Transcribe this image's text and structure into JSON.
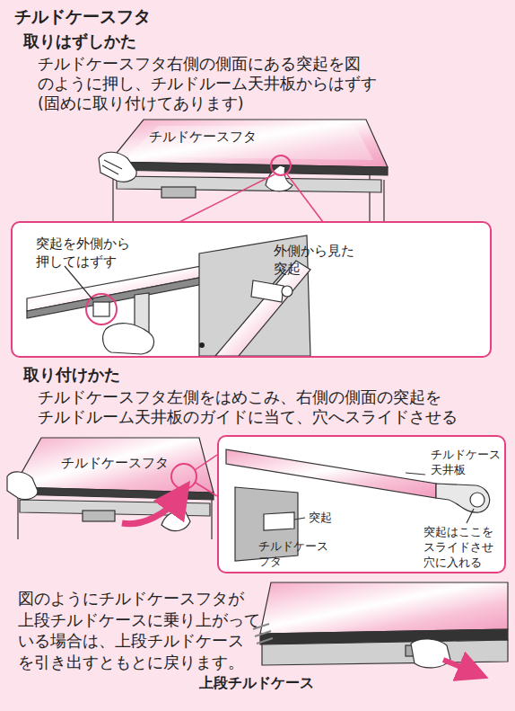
{
  "diagram": {
    "title": "チルドケースフタ",
    "nodes": [
      {
        "text": [
          "突起を外側から 押してはずす",
          "外側から見た 突起"
        ]
      },
      {
        "text": [
          "チルドケース 天井板",
          "突起",
          "チルドケース フタ",
          "突起はここを スライドさせ 穴に入れる"
        ]
      }
    ],
    "labels": [
      "取りはずしかた",
      "チルドケースフタ右側の側面にある突起を図 のように押し、チルドルーム天井板からはずす (固めに取り付けてあります)",
      "チルドケースフタ",
      "取り付けかた",
      "チルドケースフタ左側をはめこみ、右側の側面の突起を チルドルーム天井板のガイドに当て、穴へスライドさせる",
      "チルドケースフタ",
      "図のようにチルドケースフタが 上段チルドケースに乗り上がって いる場合は、上段チルドケース を引き出すともとに戻ります。",
      "上段チルドケース"
    ]
  }
}
